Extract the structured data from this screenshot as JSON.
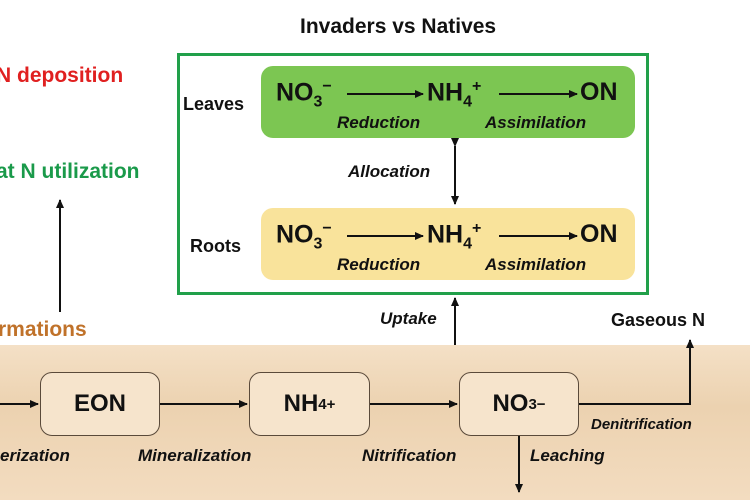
{
  "title": "Invaders vs Natives",
  "left_labels": {
    "n_deposition": "N deposition",
    "n_utilization": "at N utilization",
    "transformations": "rmations"
  },
  "organs": {
    "leaves": "Leaves",
    "roots": "Roots",
    "allocation": "Allocation"
  },
  "pathway": {
    "nitrate": "NO",
    "nitrate_sub": "3",
    "nitrate_sup": "−",
    "ammonium": "NH",
    "ammonium_sub": "4",
    "ammonium_sup": "+",
    "organic_n": "ON",
    "reduction": "Reduction",
    "assimilation": "Assimilation"
  },
  "soil": {
    "eon": "EON",
    "mineralization": "Mineralization",
    "left_cut_label": "erization",
    "nitrification": "Nitrification",
    "leaching": "Leaching",
    "denitrification": "Denitrification",
    "gaseous_n": "Gaseous N",
    "uptake": "Uptake"
  },
  "colors": {
    "leaves_band": "#7cc652",
    "roots_band": "#f9e39b",
    "frame": "#21a04a",
    "red_text": "#e02020",
    "green_text": "#1a9a4a",
    "brown_text": "#c0722a"
  }
}
